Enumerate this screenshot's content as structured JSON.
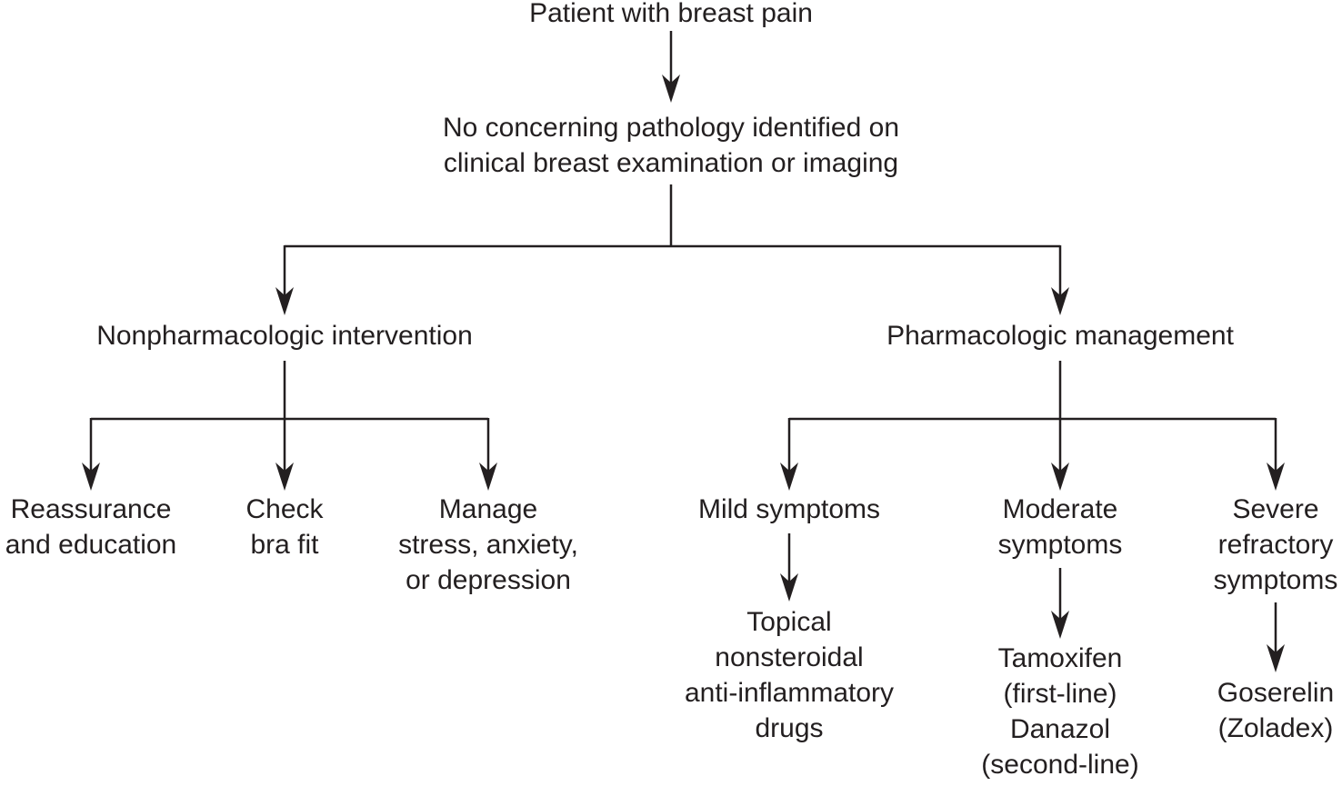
{
  "diagram": {
    "type": "flowchart",
    "colors": {
      "background": "#ffffff",
      "line": "#231f20",
      "text": "#231f20"
    },
    "nodes": {
      "patient": {
        "lines": [
          "Patient with breast pain"
        ]
      },
      "no_pathology": {
        "lines": [
          "No concerning pathology identified on",
          "clinical breast examination or imaging"
        ]
      },
      "nonpharmacologic": {
        "lines": [
          "Nonpharmacologic intervention"
        ]
      },
      "pharmacologic": {
        "lines": [
          "Pharmacologic management"
        ]
      },
      "reassurance": {
        "lines": [
          "Reassurance",
          "and education"
        ]
      },
      "check_bra_fit": {
        "lines": [
          "Check",
          "bra fit"
        ]
      },
      "manage_stress": {
        "lines": [
          "Manage",
          "stress, anxiety,",
          "or depression"
        ]
      },
      "mild": {
        "lines": [
          "Mild symptoms"
        ]
      },
      "moderate": {
        "lines": [
          "Moderate",
          "symptoms"
        ]
      },
      "severe": {
        "lines": [
          "Severe",
          "refractory",
          "symptoms"
        ]
      },
      "topical_nsaids": {
        "lines": [
          "Topical",
          "nonsteroidal",
          "anti-inflammatory",
          "drugs"
        ]
      },
      "tamoxifen": {
        "lines": [
          "Tamoxifen",
          "(first-line)"
        ]
      },
      "danazol": {
        "lines": [
          "Danazol",
          "(second-line)"
        ]
      },
      "goserelin": {
        "lines": [
          "Goserelin",
          "(Zoladex)"
        ]
      }
    }
  }
}
